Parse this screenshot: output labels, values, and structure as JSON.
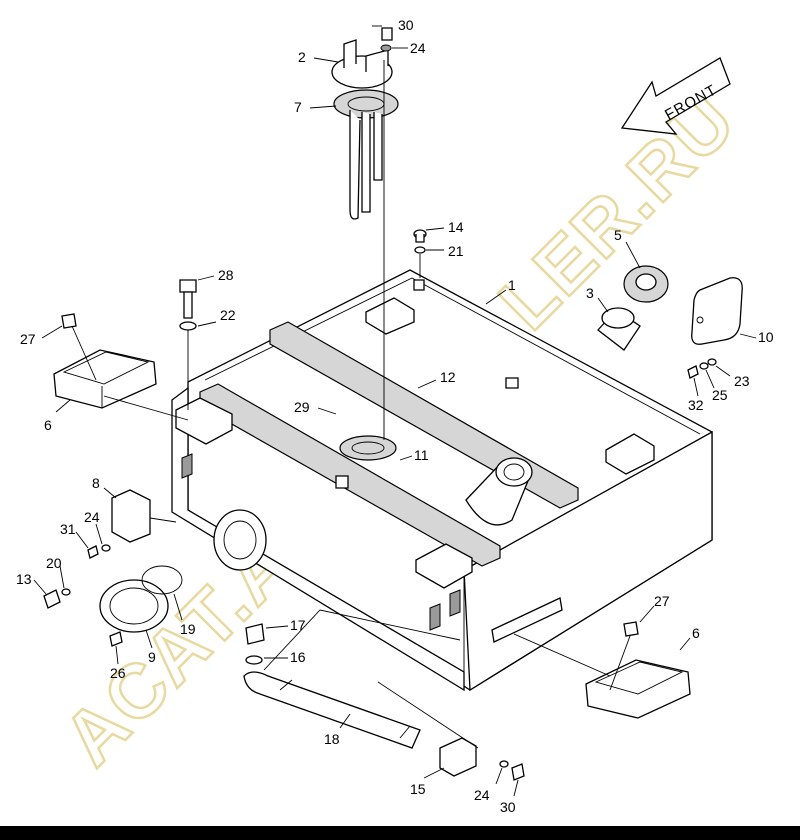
{
  "diagram": {
    "direction_label": "FRONT",
    "watermark": "ACAT.AUTODEALER.RU",
    "colors": {
      "line": "#000000",
      "watermark": "#e8d9a0",
      "fill_light": "#d6d6d6"
    },
    "callouts": [
      "30",
      "24",
      "2",
      "7",
      "14",
      "21",
      "5",
      "28",
      "1",
      "3",
      "22",
      "27",
      "10",
      "23",
      "25",
      "32",
      "12",
      "6",
      "29",
      "11",
      "8",
      "24",
      "31",
      "20",
      "13",
      "19",
      "9",
      "26",
      "17",
      "27",
      "6",
      "16",
      "18",
      "15",
      "24",
      "30"
    ]
  }
}
